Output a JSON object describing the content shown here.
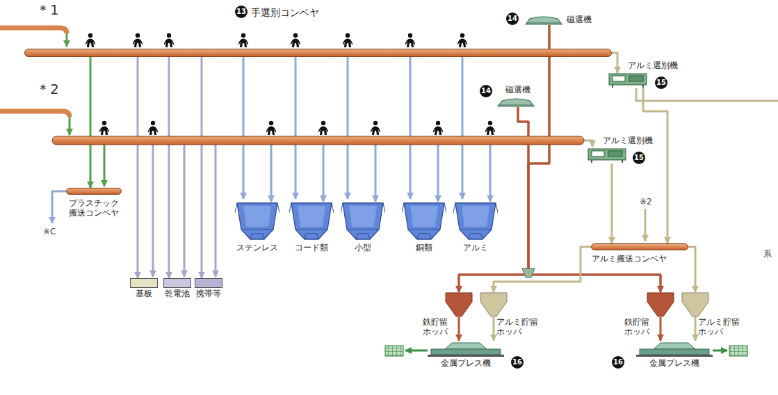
{
  "diagram": {
    "nodes": [
      {
        "text": [
          "手選別コンベヤ"
        ]
      },
      {
        "text": [
          "磁選機"
        ]
      },
      {
        "text": [
          "アルミ選別機"
        ]
      },
      {
        "text": [
          "磁選機"
        ]
      },
      {
        "text": [
          "アルミ選別機"
        ]
      },
      {
        "text": [
          "プラスチック 搬送コンベヤ"
        ]
      },
      {
        "text": [
          "ステンレス"
        ]
      },
      {
        "text": [
          "コード類"
        ]
      },
      {
        "text": [
          "小型"
        ]
      },
      {
        "text": [
          "銅類"
        ]
      },
      {
        "text": [
          "アルミ"
        ]
      },
      {
        "text": [
          "基板"
        ]
      },
      {
        "text": [
          "乾電池"
        ]
      },
      {
        "text": [
          "携帯等"
        ]
      },
      {
        "text": [
          "アルミ搬送コンベヤ"
        ]
      },
      {
        "text": [
          "鉄貯留 ホッパ"
        ]
      },
      {
        "text": [
          "アルミ貯留 ホッパ"
        ]
      },
      {
        "text": [
          "金属プレス機"
        ]
      },
      {
        "text": [
          "鉄貯留 ホッパ"
        ]
      },
      {
        "text": [
          "アルミ貯留 ホッパ"
        ]
      },
      {
        "text": [
          "金属プレス機"
        ]
      }
    ],
    "edges": [
      {
        "from": 0,
        "to": 5,
        "arrow": "to"
      },
      {
        "from": 0,
        "to": 6,
        "arrow": "to"
      },
      {
        "from": 0,
        "to": 7,
        "arrow": "to"
      },
      {
        "from": 0,
        "to": 8,
        "arrow": "to"
      },
      {
        "from": 0,
        "to": 9,
        "arrow": "to"
      },
      {
        "from": 0,
        "to": 10,
        "arrow": "to"
      },
      {
        "from": 0,
        "to": 11,
        "arrow": "to"
      },
      {
        "from": 0,
        "to": 12,
        "arrow": "to"
      },
      {
        "from": 0,
        "to": 13,
        "arrow": "to"
      },
      {
        "from": 0,
        "to": 2,
        "arrow": "to"
      },
      {
        "from": 1,
        "to": 15,
        "arrow": "to"
      },
      {
        "from": 1,
        "to": 18,
        "arrow": "to"
      },
      {
        "from": 3,
        "to": 15,
        "arrow": "to"
      },
      {
        "from": 3,
        "to": 18,
        "arrow": "to"
      },
      {
        "from": 2,
        "to": 14,
        "arrow": "to"
      },
      {
        "from": 4,
        "to": 14,
        "arrow": "to"
      },
      {
        "from": 14,
        "to": 16,
        "arrow": "to"
      },
      {
        "from": 14,
        "to": 19,
        "arrow": "to"
      },
      {
        "from": 15,
        "to": 17,
        "arrow": "to"
      },
      {
        "from": 16,
        "to": 17,
        "arrow": "to"
      },
      {
        "from": 18,
        "to": 20,
        "arrow": "to"
      },
      {
        "from": 19,
        "to": 20,
        "arrow": "to"
      }
    ],
    "labels": [
      "＊1",
      "＊2",
      "13",
      "14",
      "14",
      "15",
      "15",
      "16",
      "16",
      "※C",
      "※2",
      "系"
    ]
  }
}
